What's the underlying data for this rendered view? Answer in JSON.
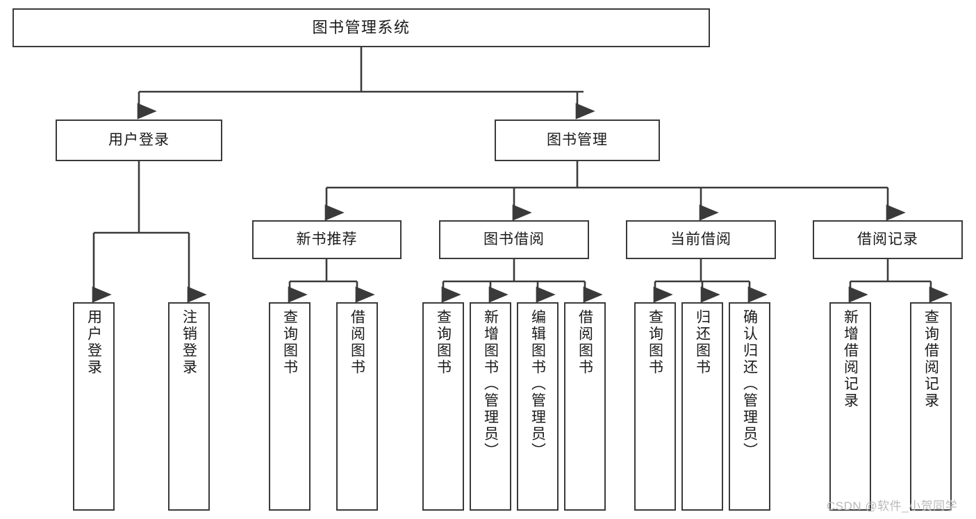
{
  "diagram": {
    "title": "图书管理系统",
    "type": "功能结构图",
    "watermark": "CSDN @软件_小贺同学",
    "colors": {
      "box_border": "#3a3a3a",
      "box_fill": "#ffffff",
      "connector": "#3a3a3a",
      "text": "#1a1a1a",
      "watermark": "#b9b9b9",
      "background": "#ffffff"
    }
  },
  "nodes": {
    "root": {
      "label": "图书管理系统"
    },
    "level1": [
      {
        "label": "用户登录"
      },
      {
        "label": "图书管理"
      }
    ],
    "level2": [
      {
        "label": "新书推荐"
      },
      {
        "label": "图书借阅"
      },
      {
        "label": "当前借阅"
      },
      {
        "label": "借阅记录"
      }
    ],
    "leaves": {
      "user_login": [
        {
          "label": "用户登录"
        },
        {
          "label": "注销登录"
        }
      ],
      "new_book_recommend": [
        {
          "label": "查询图书"
        },
        {
          "label": "借阅图书"
        }
      ],
      "book_borrow": [
        {
          "label": "查询图书"
        },
        {
          "label": "新增图书（管理员）"
        },
        {
          "label": "编辑图书（管理员）"
        },
        {
          "label": "借阅图书"
        }
      ],
      "current_borrow": [
        {
          "label": "查询图书"
        },
        {
          "label": "归还图书"
        },
        {
          "label": "确认归还（管理员）"
        }
      ],
      "borrow_record": [
        {
          "label": "新增借阅记录"
        },
        {
          "label": "查询借阅记录"
        }
      ]
    }
  },
  "chart_data": {
    "type": "diagram",
    "title": "图书管理系统",
    "hierarchy": {
      "name": "图书管理系统",
      "children": [
        {
          "name": "用户登录",
          "children": [
            {
              "name": "用户登录"
            },
            {
              "name": "注销登录"
            }
          ]
        },
        {
          "name": "图书管理",
          "children": [
            {
              "name": "新书推荐",
              "children": [
                {
                  "name": "查询图书"
                },
                {
                  "name": "借阅图书"
                }
              ]
            },
            {
              "name": "图书借阅",
              "children": [
                {
                  "name": "查询图书"
                },
                {
                  "name": "新增图书（管理员）"
                },
                {
                  "name": "编辑图书（管理员）"
                },
                {
                  "name": "借阅图书"
                }
              ]
            },
            {
              "name": "当前借阅",
              "children": [
                {
                  "name": "查询图书"
                },
                {
                  "name": "归还图书"
                },
                {
                  "name": "确认归还（管理员）"
                }
              ]
            },
            {
              "name": "借阅记录",
              "children": [
                {
                  "name": "新增借阅记录"
                },
                {
                  "name": "查询借阅记录"
                }
              ]
            }
          ]
        }
      ]
    }
  }
}
